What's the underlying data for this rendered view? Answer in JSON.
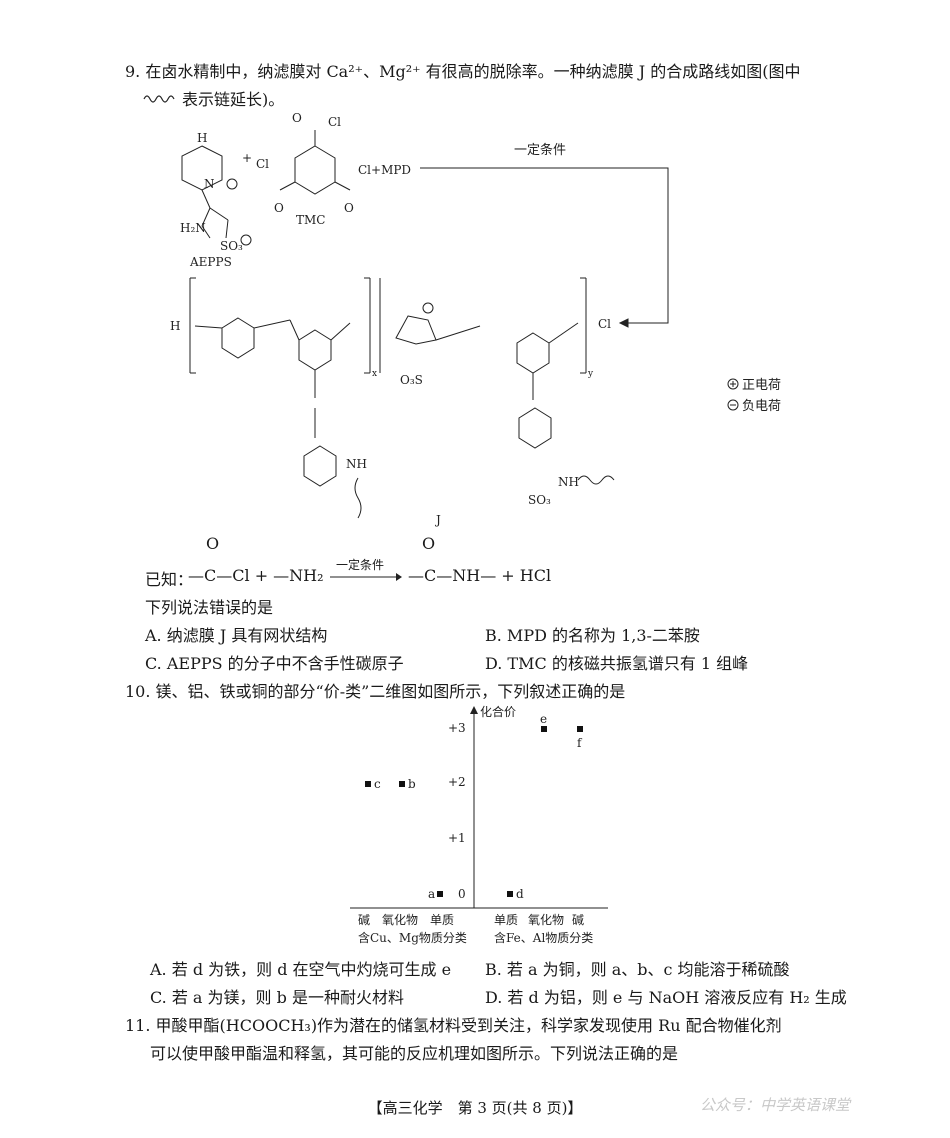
{
  "q9": {
    "line1": "9. 在卤水精制中，纳滤膜对 Ca²⁺、Mg²⁺ 有很高的脱除率。一种纳滤膜 J 的合成路线如图(图中",
    "line2": "表示链延长)。",
    "diagram": {
      "reagent1": "AEPPS",
      "reagent2": "TMC",
      "plus_mpd": "Cl+MPD",
      "condition": "一定条件",
      "product": "J",
      "legend_pos": "正电荷",
      "legend_neg": "负电荷",
      "labels": {
        "cl": "Cl",
        "o": "O",
        "h": "H",
        "n": "N",
        "nh": "NH",
        "h2n": "H₂N",
        "so3": "SO₃",
        "o3s": "O₃S",
        "x": "x",
        "y": "y",
        "plus": "+"
      }
    },
    "known_prefix": "已知：",
    "known_left": "—C—Cl + —NH₂",
    "known_condition": "一定条件",
    "known_right": "—C—NH— + HCl",
    "prompt": "下列说法错误的是",
    "options": [
      "A. 纳滤膜 J 具有网状结构",
      "B. MPD 的名称为 1,3-二苯胺",
      "C. AEPPS 的分子中不含手性碳原子",
      "D. TMC 的核磁共振氢谱只有 1 组峰"
    ]
  },
  "q10": {
    "stem": "10. 镁、铝、铁或铜的部分“价-类”二维图如图所示，下列叙述正确的是",
    "chart_data": {
      "type": "scatter",
      "ylabel": "化合价",
      "y_ticks": [
        "+3",
        "+2",
        "+1",
        "0"
      ],
      "x_left_categories": [
        "碱",
        "氧化物",
        "单质"
      ],
      "x_right_categories": [
        "单质",
        "氧化物",
        "碱"
      ],
      "x_left_group": "含Cu、Mg物质分类",
      "x_right_group": "含Fe、Al物质分类",
      "points": [
        {
          "label": "a",
          "category": "单质",
          "group": "left",
          "valence": 0
        },
        {
          "label": "b",
          "category": "氧化物",
          "group": "left",
          "valence": 2
        },
        {
          "label": "c",
          "category": "碱",
          "group": "left",
          "valence": 2
        },
        {
          "label": "d",
          "category": "单质",
          "group": "right",
          "valence": 0
        },
        {
          "label": "e",
          "category": "氧化物",
          "group": "right",
          "valence": 3
        },
        {
          "label": "f",
          "category": "碱",
          "group": "right",
          "valence": 3
        }
      ]
    },
    "options": [
      "A. 若 d 为铁，则 d 在空气中灼烧可生成 e",
      "B. 若 a 为铜，则 a、b、c 均能溶于稀硫酸",
      "C. 若 a 为镁，则 b 是一种耐火材料",
      "D. 若 d 为铝，则 e 与 NaOH 溶液反应有 H₂ 生成"
    ]
  },
  "q11": {
    "line1": "11. 甲酸甲酯(HCOOCH₃)作为潜在的储氢材料受到关注，科学家发现使用 Ru 配合物催化剂",
    "line2": "可以使甲酸甲酯温和释氢，其可能的反应机理如图所示。下列说法正确的是"
  },
  "footer": "【高三化学　第 3 页(共 8 页)】",
  "watermark": "公众号：中学英语课堂"
}
